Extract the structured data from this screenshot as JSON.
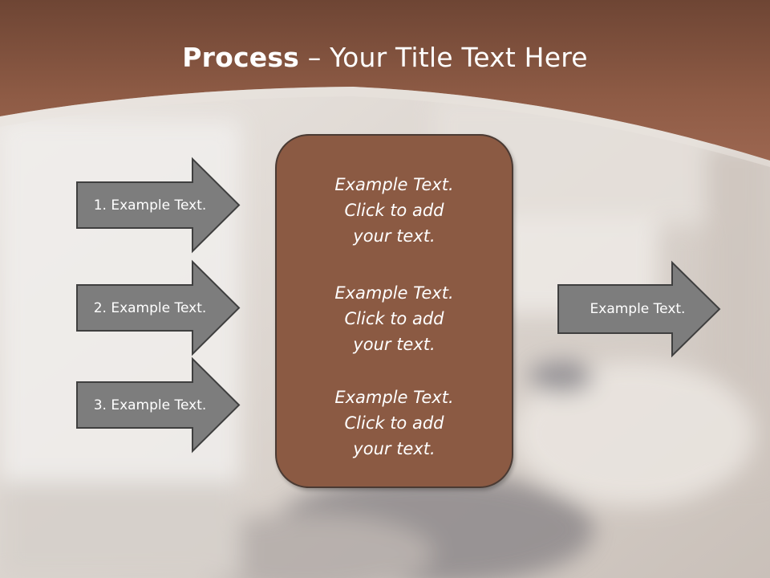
{
  "slide": {
    "title_bold": "Process",
    "title_rest": " – Your Title Text Here",
    "left_arrows": [
      {
        "label": "1. Example Text."
      },
      {
        "label": "2. Example Text."
      },
      {
        "label": "3. Example Text."
      }
    ],
    "center_paragraphs": [
      {
        "line1": "Example Text.",
        "line2": "Click  to add",
        "line3": "your text."
      },
      {
        "line1": "Example Text.",
        "line2": "Click  to add",
        "line3": "your text."
      },
      {
        "line1": "Example Text.",
        "line2": "Click  to add",
        "line3": "your text."
      }
    ],
    "right_arrow": {
      "label": "Example Text."
    }
  },
  "colors": {
    "header_brown": "#8e5b45",
    "center_box": "#8b5a43",
    "arrow_fill": "#7d7d7d",
    "arrow_border": "#3f3f3f"
  }
}
